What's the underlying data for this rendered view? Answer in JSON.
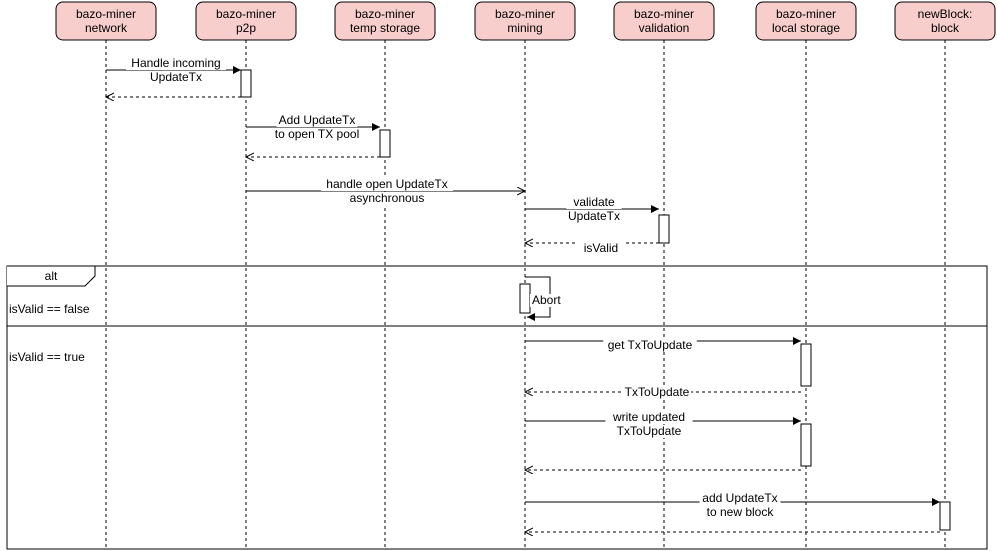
{
  "actors": [
    {
      "id": "network",
      "lines": [
        "bazo-miner",
        "network"
      ]
    },
    {
      "id": "p2p",
      "lines": [
        "bazo-miner",
        "p2p"
      ]
    },
    {
      "id": "temp-storage",
      "lines": [
        "bazo-miner",
        "temp storage"
      ]
    },
    {
      "id": "mining",
      "lines": [
        "bazo-miner",
        "mining"
      ]
    },
    {
      "id": "validation",
      "lines": [
        "bazo-miner",
        "validation"
      ]
    },
    {
      "id": "local-storage",
      "lines": [
        "bazo-miner",
        "local storage"
      ]
    },
    {
      "id": "block",
      "lines": [
        "newBlock:",
        "block"
      ]
    }
  ],
  "messages": [
    {
      "from": "network",
      "to": "p2p",
      "lines": [
        "Handle incoming",
        "UpdateTx"
      ],
      "type": "sync"
    },
    {
      "from": "p2p",
      "to": "network",
      "lines": [],
      "type": "return"
    },
    {
      "from": "p2p",
      "to": "temp-storage",
      "lines": [
        "Add UpdateTx",
        "to open TX pool"
      ],
      "type": "sync"
    },
    {
      "from": "temp-storage",
      "to": "p2p",
      "lines": [],
      "type": "return"
    },
    {
      "from": "p2p",
      "to": "mining",
      "lines": [
        "handle open UpdateTx",
        "asynchronous"
      ],
      "type": "async"
    },
    {
      "from": "mining",
      "to": "validation",
      "lines": [
        "validate",
        "UpdateTx"
      ],
      "type": "sync"
    },
    {
      "from": "validation",
      "to": "mining",
      "lines": [
        "isValid"
      ],
      "type": "return"
    },
    {
      "from": "mining",
      "to": "mining",
      "lines": [
        "Abort"
      ],
      "type": "self"
    },
    {
      "from": "mining",
      "to": "local-storage",
      "lines": [
        "get TxToUpdate"
      ],
      "type": "sync"
    },
    {
      "from": "local-storage",
      "to": "mining",
      "lines": [
        "TxToUpdate"
      ],
      "type": "return"
    },
    {
      "from": "mining",
      "to": "local-storage",
      "lines": [
        "write updated",
        "TxToUpdate"
      ],
      "type": "sync"
    },
    {
      "from": "local-storage",
      "to": "mining",
      "lines": [],
      "type": "return"
    },
    {
      "from": "mining",
      "to": "block",
      "lines": [
        "add UpdateTx",
        "to new block"
      ],
      "type": "sync"
    },
    {
      "from": "block",
      "to": "mining",
      "lines": [],
      "type": "return"
    }
  ],
  "fragment": {
    "operator": "alt",
    "operands": [
      {
        "guard": "isValid == false"
      },
      {
        "guard": "isValid == true"
      }
    ]
  },
  "colors": {
    "actor_fill": "#f8cecc",
    "line": "#000000",
    "background": "#ffffff"
  }
}
